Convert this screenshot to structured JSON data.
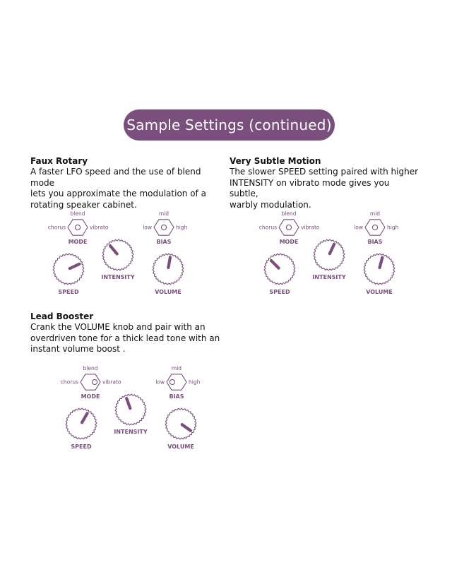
{
  "banner": {
    "title": "Sample Settings (continued)"
  },
  "labels": {
    "blend": "blend",
    "chorus": "chorus",
    "vibrato": "vibrato",
    "mode": "MODE",
    "mid": "mid",
    "low": "low",
    "high": "high",
    "bias": "BIAS",
    "speed": "SPEED",
    "intensity": "INTENSITY",
    "volume": "VOLUME"
  },
  "colors": {
    "accent": "#7a4f7e",
    "text": "#111111",
    "background": "#ffffff"
  },
  "sections": [
    {
      "title": "Faux Rotary",
      "lines": [
        "A faster LFO speed and the use of blend mode",
        "lets you approximate the modulation of a",
        "rotating speaker cabinet."
      ],
      "mode": "blend",
      "bias": "mid",
      "knobs": {
        "speed": 65,
        "intensity": 320,
        "volume": 10
      }
    },
    {
      "title": "Very Subtle Motion",
      "lines": [
        "The slower SPEED setting paired with higher",
        "INTENSITY on vibrato mode gives you subtle,",
        "warbly modulation."
      ],
      "mode": "blend",
      "bias": "mid",
      "knobs": {
        "speed": 315,
        "intensity": 25,
        "volume": 15
      }
    },
    {
      "title": "Lead Booster",
      "lines": [
        "Crank the VOLUME knob and pair with an",
        "overdriven tone for a thick lead tone with an",
        "instant volume boost ."
      ],
      "mode": "vibrato",
      "bias": "low",
      "knobs": {
        "speed": 30,
        "intensity": 340,
        "volume": 125
      }
    }
  ]
}
